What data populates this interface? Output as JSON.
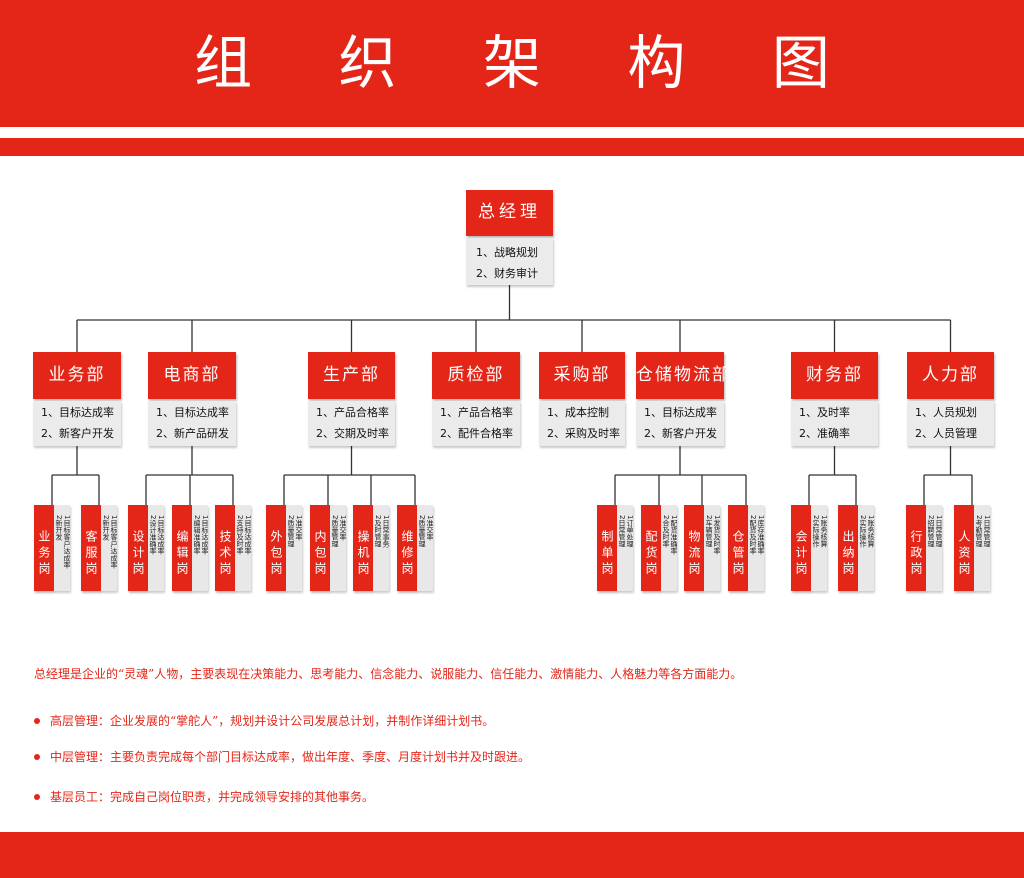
{
  "title": "组 织 架 构 图",
  "general_manager": {
    "title": "总经理",
    "duties": [
      "1、战略规划",
      "2、财务审计"
    ]
  },
  "departments": [
    {
      "name": "业务部",
      "duties": [
        "1、目标达成率",
        "2、新客户开发"
      ],
      "posts": [
        {
          "name": "业务岗",
          "duty_lines": [
            "1目标客户达成率",
            "2新开发"
          ]
        },
        {
          "name": "客服岗",
          "duty_lines": [
            "1目标客户达成率",
            "2新开发"
          ]
        }
      ]
    },
    {
      "name": "电商部",
      "duties": [
        "1、目标达成率",
        "2、新产品研发"
      ],
      "posts": [
        {
          "name": "设计岗",
          "duty_lines": [
            "1目标达成率",
            "2设计准确率"
          ]
        },
        {
          "name": "编辑岗",
          "duty_lines": [
            "1目标达成率",
            "2编辑准确率"
          ]
        },
        {
          "name": "技术岗",
          "duty_lines": [
            "1目标达成率",
            "2支持及时率"
          ]
        }
      ]
    },
    {
      "name": "生产部",
      "duties": [
        "1、产品合格率",
        "2、交期及时率"
      ],
      "posts": [
        {
          "name": "外包岗",
          "duty_lines": [
            "1准交率",
            "2质量管理"
          ]
        },
        {
          "name": "内包岗",
          "duty_lines": [
            "1准交率",
            "2质量管理"
          ]
        },
        {
          "name": "操机岗",
          "duty_lines": [
            "1日常事务",
            "2及时管理"
          ]
        },
        {
          "name": "维修岗",
          "duty_lines": [
            "1准交率",
            "2质量管理"
          ]
        }
      ]
    },
    {
      "name": "质检部",
      "duties": [
        "1、产品合格率",
        "2、配件合格率"
      ],
      "posts": []
    },
    {
      "name": "采购部",
      "duties": [
        "1、成本控制",
        "2、采购及时率"
      ],
      "posts": []
    },
    {
      "name": "仓储物流部",
      "duties": [
        "1、目标达成率",
        "2、新客户开发"
      ],
      "posts": [
        {
          "name": "制单岗",
          "duty_lines": [
            "1订单处理",
            "2日常管理"
          ]
        },
        {
          "name": "配货岗",
          "duty_lines": [
            "1配货准确率",
            "2合及时率"
          ]
        },
        {
          "name": "物流岗",
          "duty_lines": [
            "1发货及时率",
            "2车辆管理"
          ]
        },
        {
          "name": "仓管岗",
          "duty_lines": [
            "1库存准确率",
            "2配货及时率"
          ]
        }
      ]
    },
    {
      "name": "财务部",
      "duties": [
        "1、及时率",
        "2、准确率"
      ],
      "posts": [
        {
          "name": "会计岗",
          "duty_lines": [
            "1账务核算",
            "2实际操作"
          ]
        },
        {
          "name": "出纳岗",
          "duty_lines": [
            "1账务核算",
            "2实际操作"
          ]
        }
      ]
    },
    {
      "name": "人力部",
      "duties": [
        "1、人员规划",
        "2、人员管理"
      ],
      "posts": [
        {
          "name": "行政岗",
          "duty_lines": [
            "1日常管理",
            "2招聘管理"
          ]
        },
        {
          "name": "人资岗",
          "duty_lines": [
            "1日常管理",
            "2考勤管理"
          ]
        }
      ]
    }
  ],
  "summary": "总经理是企业的“灵魂”人物，主要表现在决策能力、思考能力、信念能力、说服能力、信任能力、激情能力、人格魅力等各方面能力。",
  "bullets": [
    "高层管理：企业发展的“掌舵人”，规划并设计公司发展总计划，并制作详细计划书。",
    "中层管理：主要负责完成每个部门目标达成率，做出年度、季度、月度计划书并及时跟进。",
    "基层员工：完成自己岗位职责，并完成领导安排的其他事务。"
  ],
  "colors": {
    "accent": "#e42618",
    "panel": "#ebebeb",
    "line": "#333333"
  }
}
